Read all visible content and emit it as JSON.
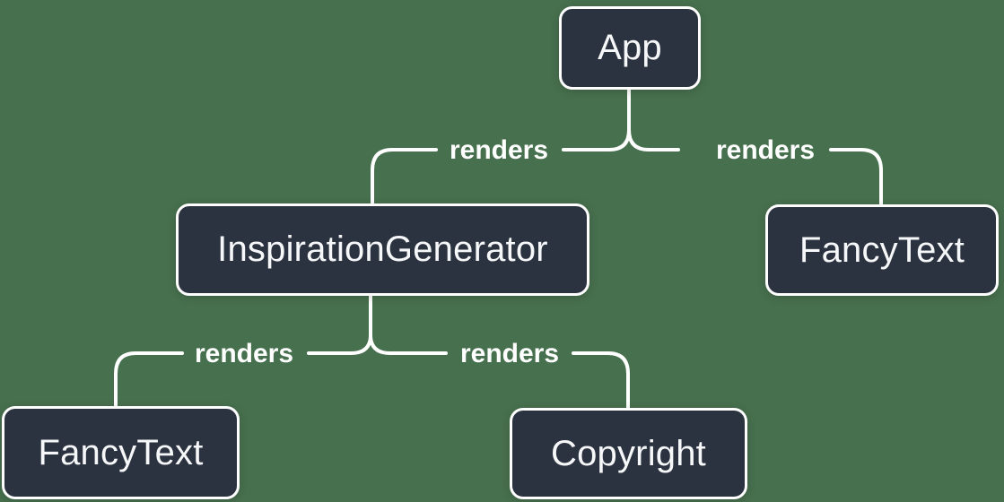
{
  "colors": {
    "background": "#47704E",
    "node_fill": "#2C3340",
    "node_border": "#FFFFFF",
    "line": "#FFFFFF",
    "node_text": "#F6F7F9",
    "label_text": "#FFFFFF"
  },
  "diagram_type": "component-render-tree",
  "nodes": [
    {
      "id": "app",
      "label": "App"
    },
    {
      "id": "inspiration-generator",
      "label": "InspirationGenerator"
    },
    {
      "id": "fancy-text-top",
      "label": "FancyText"
    },
    {
      "id": "fancy-text-bottom",
      "label": "FancyText"
    },
    {
      "id": "copyright",
      "label": "Copyright"
    }
  ],
  "edges": [
    {
      "from": "App",
      "to": "InspirationGenerator",
      "label": "renders"
    },
    {
      "from": "App",
      "to": "FancyText",
      "label": "renders"
    },
    {
      "from": "InspirationGenerator",
      "to": "FancyText",
      "label": "renders"
    },
    {
      "from": "InspirationGenerator",
      "to": "Copyright",
      "label": "renders"
    }
  ]
}
